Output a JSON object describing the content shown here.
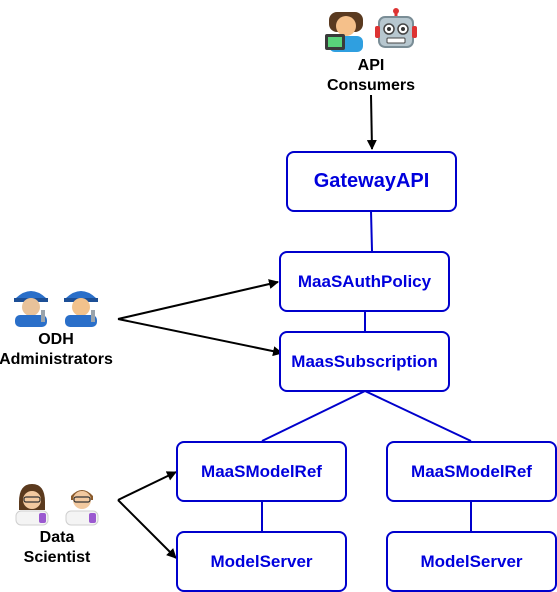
{
  "actors": {
    "api_consumers": {
      "label": "API\nConsumers",
      "icons": [
        "technologist-icon",
        "robot-icon"
      ]
    },
    "odh_administrators": {
      "label": "ODH\nAdministrators",
      "icons": [
        "mechanic-icon",
        "mechanic-icon"
      ]
    },
    "data_scientist": {
      "label": "Data\nScientist",
      "icons": [
        "scientist-icon",
        "scientist-icon"
      ]
    }
  },
  "nodes": {
    "gateway": "GatewayAPI",
    "auth_policy": "MaaSAuthPolicy",
    "subscription": "MaasSubscription",
    "model_ref_left": "MaaSModelRef",
    "model_ref_right": "MaaSModelRef",
    "model_server_left": "ModelServer",
    "model_server_right": "ModelServer"
  },
  "colors": {
    "node_border": "#0000cc",
    "node_text": "#0000dd",
    "connector": "#0000cc",
    "arrow": "#000000"
  }
}
